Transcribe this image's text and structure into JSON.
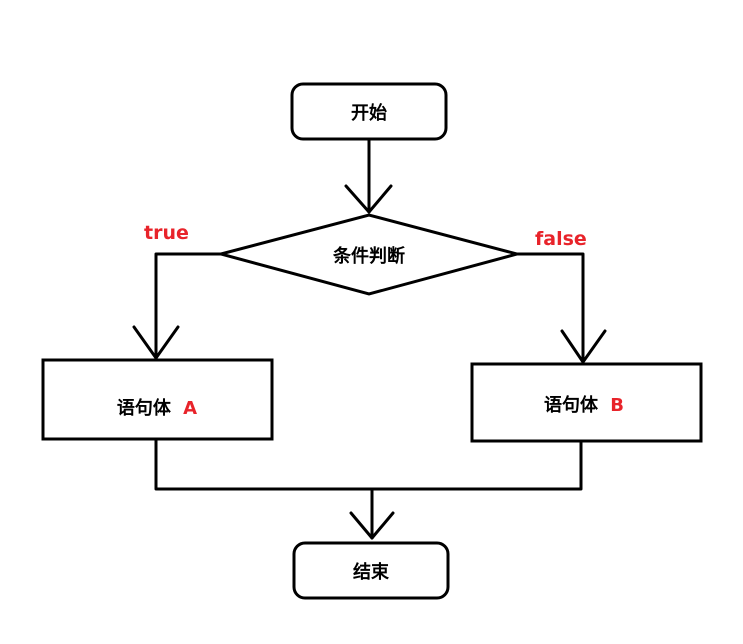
{
  "colors": {
    "line": "#000000",
    "accent": "#e8232a",
    "background": "#ffffff"
  },
  "nodes": {
    "start": {
      "label": "开始"
    },
    "condition": {
      "label": "条件判断"
    },
    "statement_a": {
      "label": "语句体",
      "suffix": "A"
    },
    "statement_b": {
      "label": "语句体",
      "suffix": "B"
    },
    "end": {
      "label": "结束"
    }
  },
  "branches": {
    "true_label": "true",
    "false_label": "false"
  }
}
